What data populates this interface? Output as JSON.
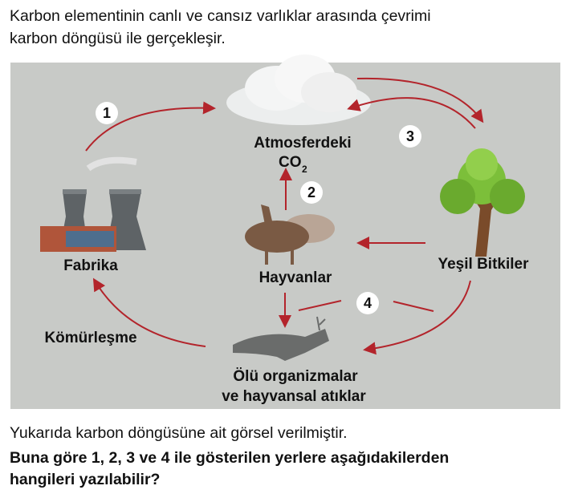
{
  "intro": [
    "Karbon elementinin canlı ve cansız varlıklar arasında çevrimi",
    "karbon döngüsü ile gerçekleşir."
  ],
  "diagram": {
    "nodes": {
      "atmosphere_line1": "Atmosferdeki",
      "atmosphere_co": "CO",
      "atmosphere_sub": "2",
      "factory": "Fabrika",
      "animals": "Hayvanlar",
      "plants": "Yeşil Bitkiler",
      "coalification": "Kömürleşme",
      "dead_line1": "Ölü organizmalar",
      "dead_line2": "ve hayvansal atıklar"
    },
    "markers": [
      "1",
      "2",
      "3",
      "4"
    ],
    "colors": {
      "background": "#c8cac7",
      "arrow": "#b3242b"
    }
  },
  "question": {
    "statement": "Yukarıda karbon döngüsüne ait görsel verilmiştir.",
    "prompt_line1": "Buna göre 1, 2, 3 ve 4 ile gösterilen yerlere aşağıdakilerden",
    "prompt_line2": "hangileri yazılabilir?"
  }
}
